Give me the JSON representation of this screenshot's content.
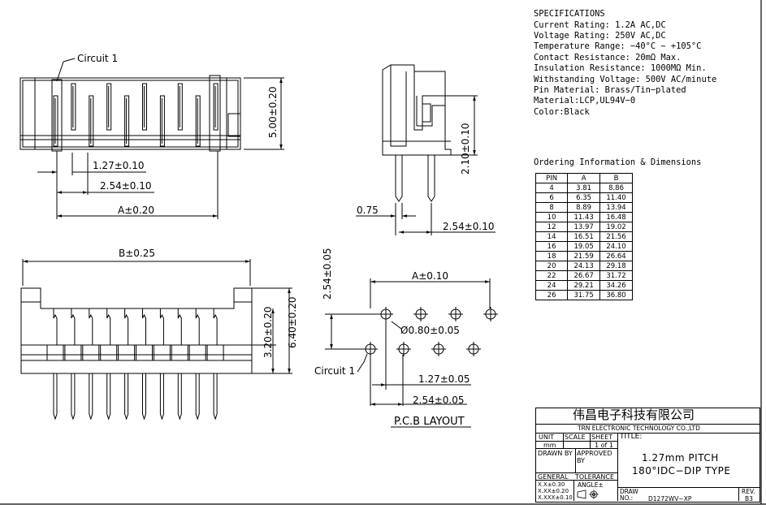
{
  "specs": {
    "title": "SPECIFICATIONS",
    "lines": [
      "Current Rating: 1.2A AC,DC",
      "Voltage Rating: 250V AC,DC",
      "Temperature Range: −40°C ~ +105°C",
      "Contact Resistance: 20mΩ Max.",
      "Insulation Resistance: 1000MΩ Min.",
      "Withstanding Voltage: 500V AC/minute",
      "Pin Material: Brass/Tin−plated",
      "Material:LCP,UL94V−0",
      "Color:Black"
    ]
  },
  "ordering": {
    "title": "Ordering Information & Dimensions",
    "headers": [
      "PIN",
      "A",
      "B"
    ],
    "rows": [
      [
        "4",
        "3.81",
        "8.86"
      ],
      [
        "6",
        "6.35",
        "11.40"
      ],
      [
        "8",
        "8.89",
        "13.94"
      ],
      [
        "10",
        "11.43",
        "16.48"
      ],
      [
        "12",
        "13.97",
        "19.02"
      ],
      [
        "14",
        "16.51",
        "21.56"
      ],
      [
        "16",
        "19.05",
        "24.10"
      ],
      [
        "18",
        "21.59",
        "26.64"
      ],
      [
        "20",
        "24.13",
        "29.18"
      ],
      [
        "22",
        "26.67",
        "31.72"
      ],
      [
        "24",
        "29.21",
        "34.26"
      ],
      [
        "26",
        "31.75",
        "36.80"
      ]
    ]
  },
  "dims": {
    "circuit1_top": "Circuit 1",
    "pitch_127": "1.27±0.10",
    "pitch_254": "2.54±0.10",
    "a_top": "A±0.20",
    "h_500": "5.00±0.20",
    "side_210": "2.10±0.10",
    "side_075": "0.75",
    "side_254": "2.54±0.10",
    "b_025": "B±0.25",
    "h_320": "3.20±0.20",
    "h_640": "6.40±0.20",
    "pcb_254v": "2.54±0.05",
    "pcb_a": "A±0.10",
    "pcb_hole": "Ø0.80±0.05",
    "circuit1_pcb": "Circuit 1",
    "pcb_127": "1.27±0.05",
    "pcb_254": "2.54±0.05",
    "pcb_layout": "P.C.B LAYOUT"
  },
  "titleblock": {
    "company_cn": "伟昌电子科技有限公司",
    "company_en": "TRN ELECTRONIC TECHNOLOGY CO.,LTD",
    "unit_label": "UNIT",
    "unit_value": "mm",
    "scale_label": "SCALE",
    "sheet_label": "SHEET",
    "sheet_value": "1 of 1",
    "title_label": "TITLE:",
    "title_line1": "1.27mm PITCH",
    "title_line2": "180°IDC−DIP TYPE",
    "drawn_by": "DRAWN BY",
    "approved_by": "APPROVED BY",
    "general": "GENERAL",
    "tolerance": "TOLERANCE",
    "tol1": "X.X±0.30",
    "tol2": "X.XX±0.20",
    "tol3": "X.XXX±0.10",
    "angle": "ANGLE±",
    "draw_no_label": "DRAW NO.:",
    "draw_no": "D1272WV−XP",
    "rev_label": "REV.",
    "rev_value": "B3"
  }
}
